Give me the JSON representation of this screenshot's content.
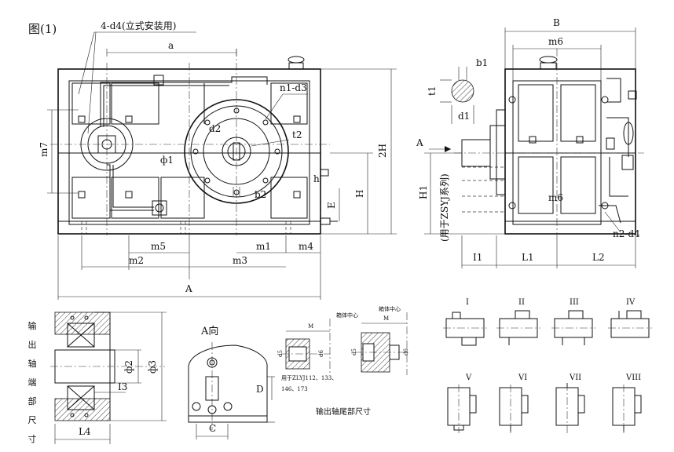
{
  "figure_title": "图(1)",
  "note_mount": "4-d4(立式安装用)",
  "front_view": {
    "labels": {
      "a": "a",
      "n1d3": "n1-d3",
      "d2": "d2",
      "t2": "t2",
      "phi1": "ф1",
      "b2": "b2",
      "h": "h",
      "E": "E",
      "H": "H",
      "H2": "2H",
      "m7": "m7",
      "m5": "m5",
      "m1": "m1",
      "m4": "m4",
      "m2": "m2",
      "m3": "m3",
      "A": "A"
    }
  },
  "side_view": {
    "labels": {
      "B": "B",
      "m6_top": "m6",
      "b1": "b1",
      "t1": "t1",
      "d1": "d1",
      "A_arrow": "A",
      "m6_mid": "m6",
      "H1": "H1",
      "zsyj": "(用于ZSYJ系列)",
      "n2d4": "n2-d4",
      "I1": "I1",
      "L1": "L1",
      "L2": "L2"
    }
  },
  "shaft_end": {
    "vertical_title": "输出轴端部尺寸",
    "labels": {
      "phi2": "ф2",
      "phi3": "ф3",
      "I3": "I3",
      "L4": "L4"
    }
  },
  "view_a": {
    "title": "A向",
    "labels": {
      "D": "D",
      "C": "C"
    }
  },
  "tail_detail": {
    "center_left": "箱体中心",
    "center_right": "箱体中心",
    "M_left": "M",
    "M_right": "M",
    "d5_left": "d5",
    "d6_left": "d6",
    "d5_right": "d5",
    "d6_right": "d6",
    "note_line1": "用于ZLYJ112、133、",
    "note_line2": "146、173",
    "caption": "输出轴尾部尺寸"
  },
  "arrangements": [
    "I",
    "II",
    "III",
    "IV",
    "V",
    "VI",
    "VII",
    "VIII"
  ]
}
